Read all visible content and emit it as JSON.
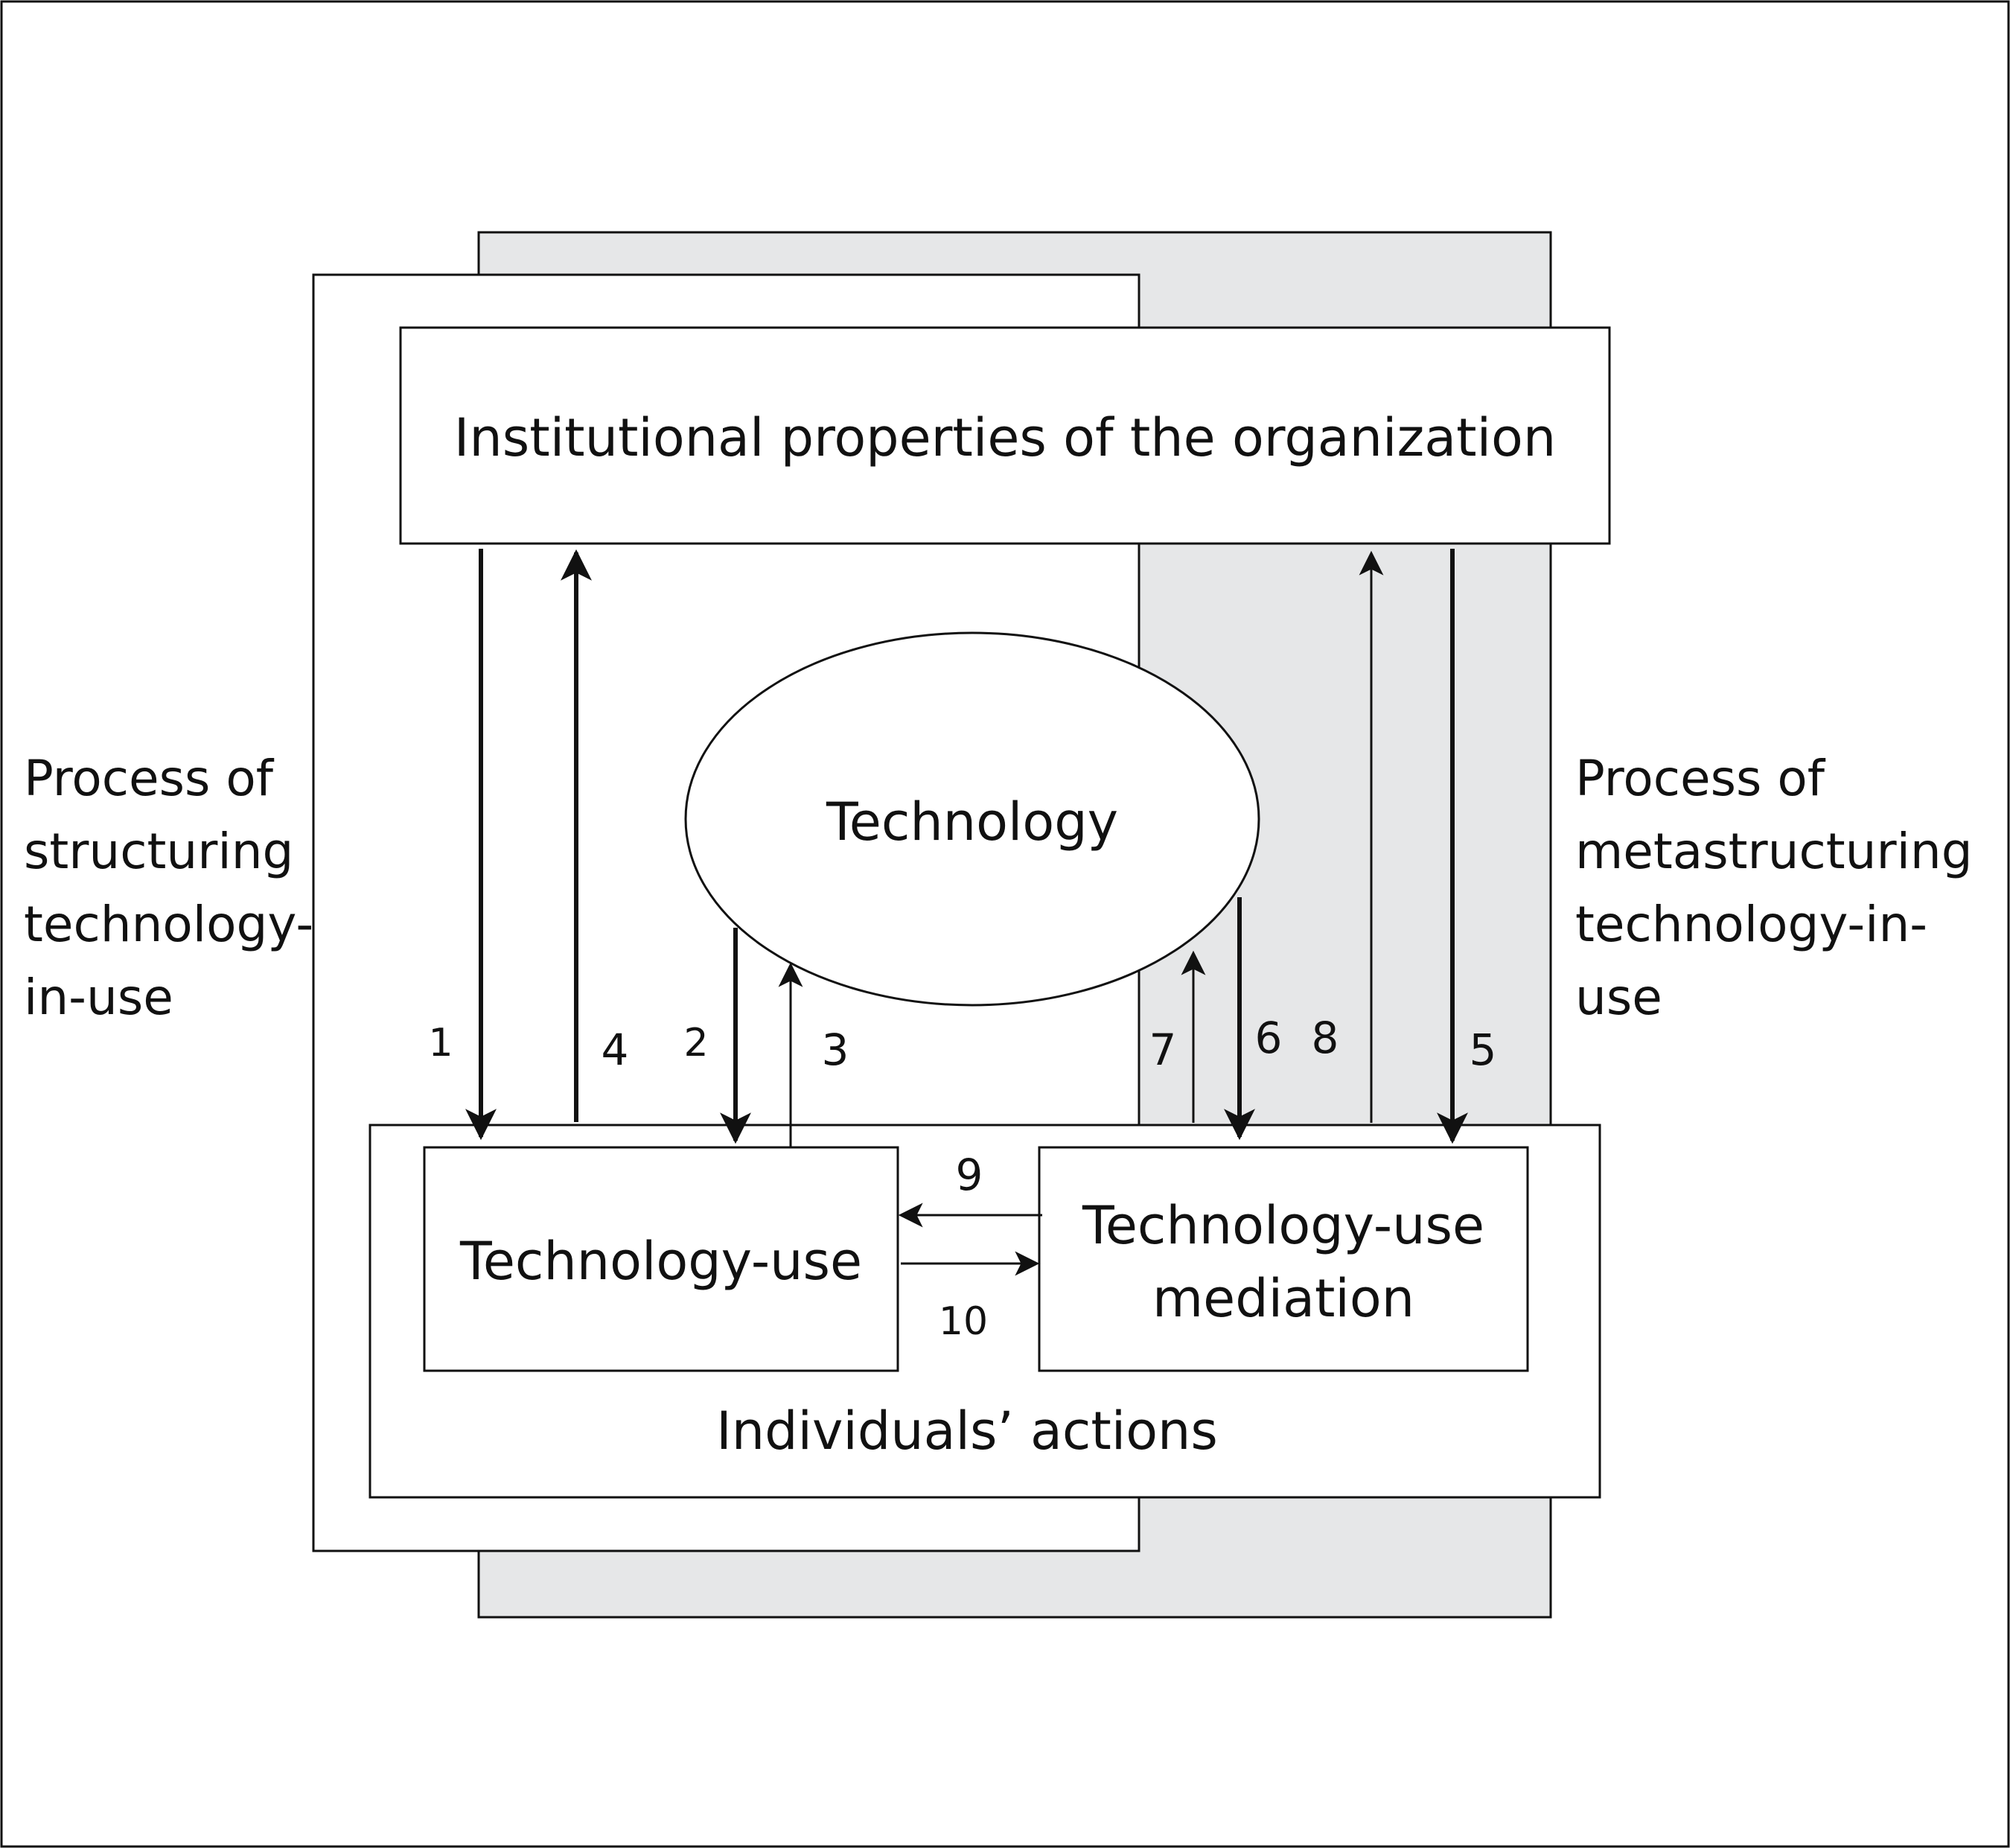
{
  "colors": {
    "stroke": "#111111",
    "shade": "#e6e7e8",
    "background": "#ffffff"
  },
  "boxes": {
    "institutional": "Institutional properties of the organization",
    "technology": "Technology",
    "technology_use": "Technology-use",
    "mediation_line1": "Technology-use",
    "mediation_line2": "mediation",
    "individuals": "Individuals’ actions"
  },
  "side_labels": {
    "left": [
      "Process of",
      "structuring",
      "technology-",
      "in-use"
    ],
    "right": [
      "Process of",
      "metastructuring",
      "technology-in-",
      "use"
    ]
  },
  "arrow_numbers": {
    "n1": "1",
    "n2": "2",
    "n3": "3",
    "n4": "4",
    "n5": "5",
    "n6": "6",
    "n7": "7",
    "n8": "8",
    "n9": "9",
    "n10": "10"
  }
}
